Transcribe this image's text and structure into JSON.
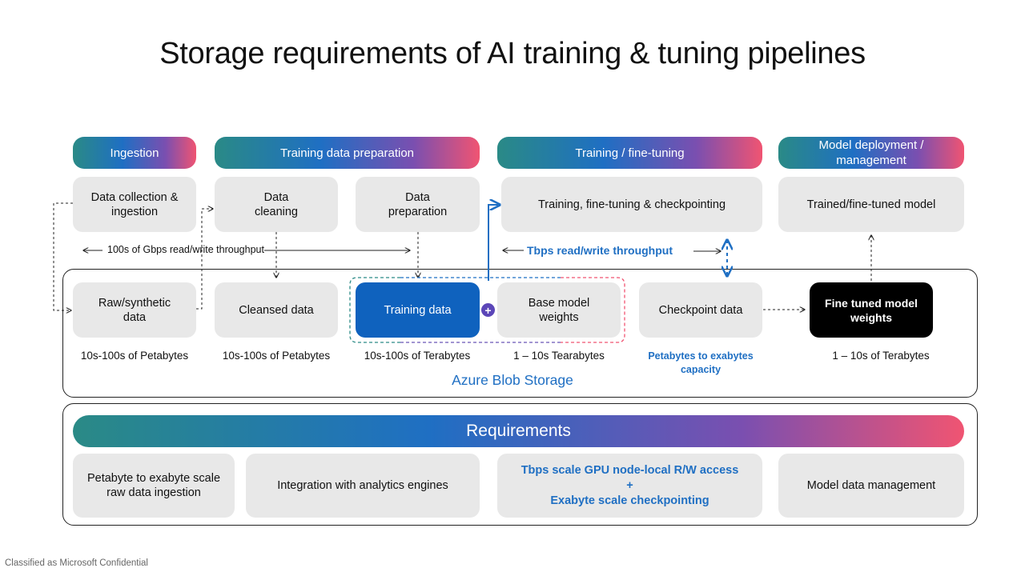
{
  "title": "Storage requirements of AI training & tuning pipelines",
  "stages": {
    "ingestion": "Ingestion",
    "prep": "Training data preparation",
    "training": "Training / fine-tuning",
    "deployment": "Model deployment / management"
  },
  "processes": {
    "collection": "Data collection & ingestion",
    "cleaning": "Data cleaning",
    "preparation": "Data preparation",
    "training": "Training, fine-tuning & checkpointing",
    "trained_model": "Trained/fine-tuned model"
  },
  "throughput": {
    "gbps": "100s of Gbps read/write throughput",
    "tbps": "Tbps read/write throughput"
  },
  "data_items": {
    "raw": "Raw/synthetic data",
    "cleansed": "Cleansed data",
    "training": "Training data",
    "base_weights": "Base model weights",
    "checkpoint": "Checkpoint data",
    "fine_tuned": "Fine tuned model weights"
  },
  "sizes": {
    "raw": "10s-100s of Petabytes",
    "cleansed": "10s-100s of Petabytes",
    "training": "10s-100s of Terabytes",
    "base_weights": "1 – 10s Tearabytes",
    "checkpoint": "Petabytes to exabytes capacity",
    "fine_tuned": "1 – 10s of Terabytes"
  },
  "storage_label": "Azure Blob Storage",
  "plus_symbol": "+",
  "requirements": {
    "header": "Requirements",
    "items": [
      "Petabyte to exabyte scale raw data ingestion",
      "Integration with analytics engines",
      "Tbps scale GPU node-local R/W access",
      "+",
      "Exabyte scale checkpointing",
      "Model data management"
    ]
  },
  "footer": "Classified as Microsoft Confidential",
  "colors": {
    "accent_blue": "#1f6fc3",
    "training_box": "#0f62be",
    "gradient_start": "#2a8a86",
    "gradient_end": "#f05472"
  }
}
